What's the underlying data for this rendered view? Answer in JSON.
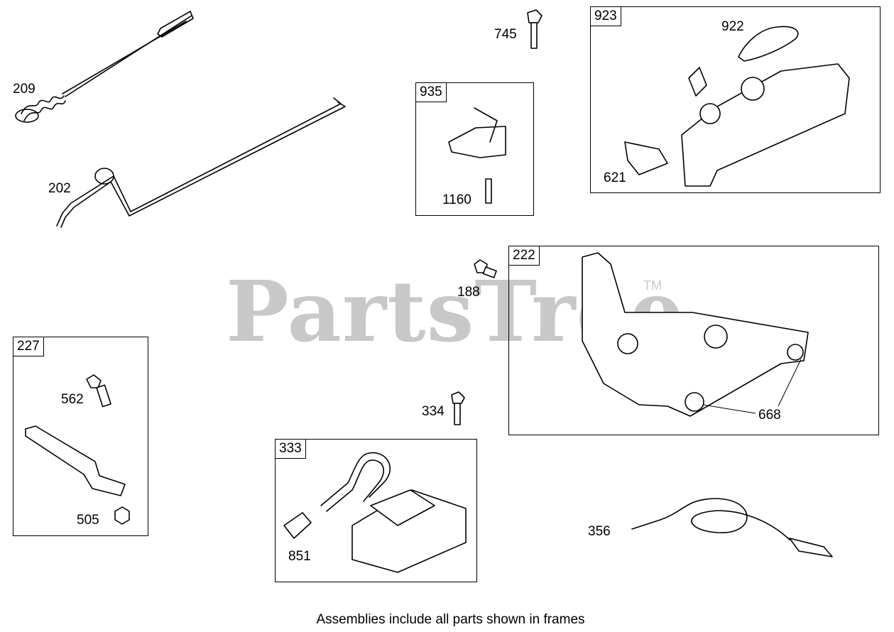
{
  "watermark": {
    "text": "PartsTree",
    "tm": "TM"
  },
  "labels": {
    "p209": "209",
    "p202": "202",
    "p745": "745",
    "p188": "188",
    "p334": "334",
    "p356": "356",
    "p922": "922",
    "p621": "621",
    "p1160": "1160",
    "p562": "562",
    "p505": "505",
    "p851": "851",
    "p668": "668"
  },
  "frames": {
    "f923": "923",
    "f935": "935",
    "f222": "222",
    "f227": "227",
    "f333": "333"
  },
  "footer": "Assemblies include all parts shown in frames"
}
